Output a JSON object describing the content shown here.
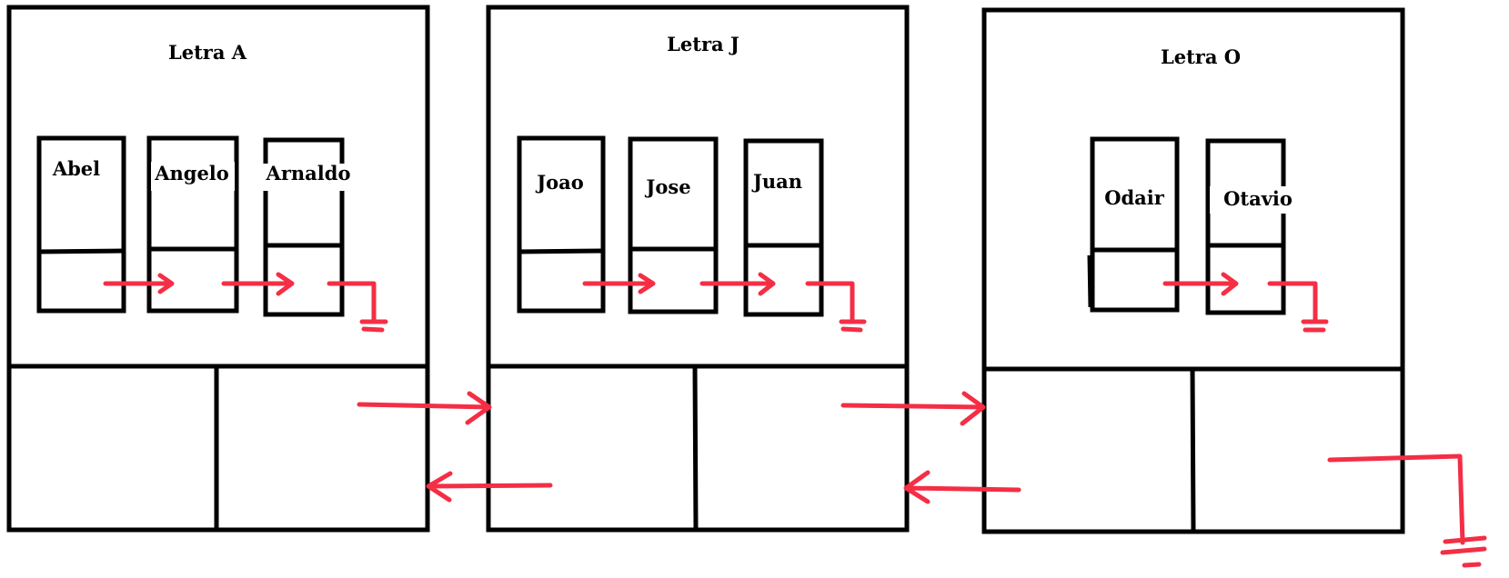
{
  "groups": [
    {
      "title": "Letra A",
      "nodes": [
        "Abel",
        "Angelo",
        "Arnaldo"
      ]
    },
    {
      "title": "Letra J",
      "nodes": [
        "Joao",
        "Jose",
        "Juan"
      ]
    },
    {
      "title": "Letra O",
      "nodes": [
        "Odair",
        "Otavio"
      ]
    }
  ],
  "colors": {
    "ink": "#000000",
    "pointer": "#f42e45"
  }
}
